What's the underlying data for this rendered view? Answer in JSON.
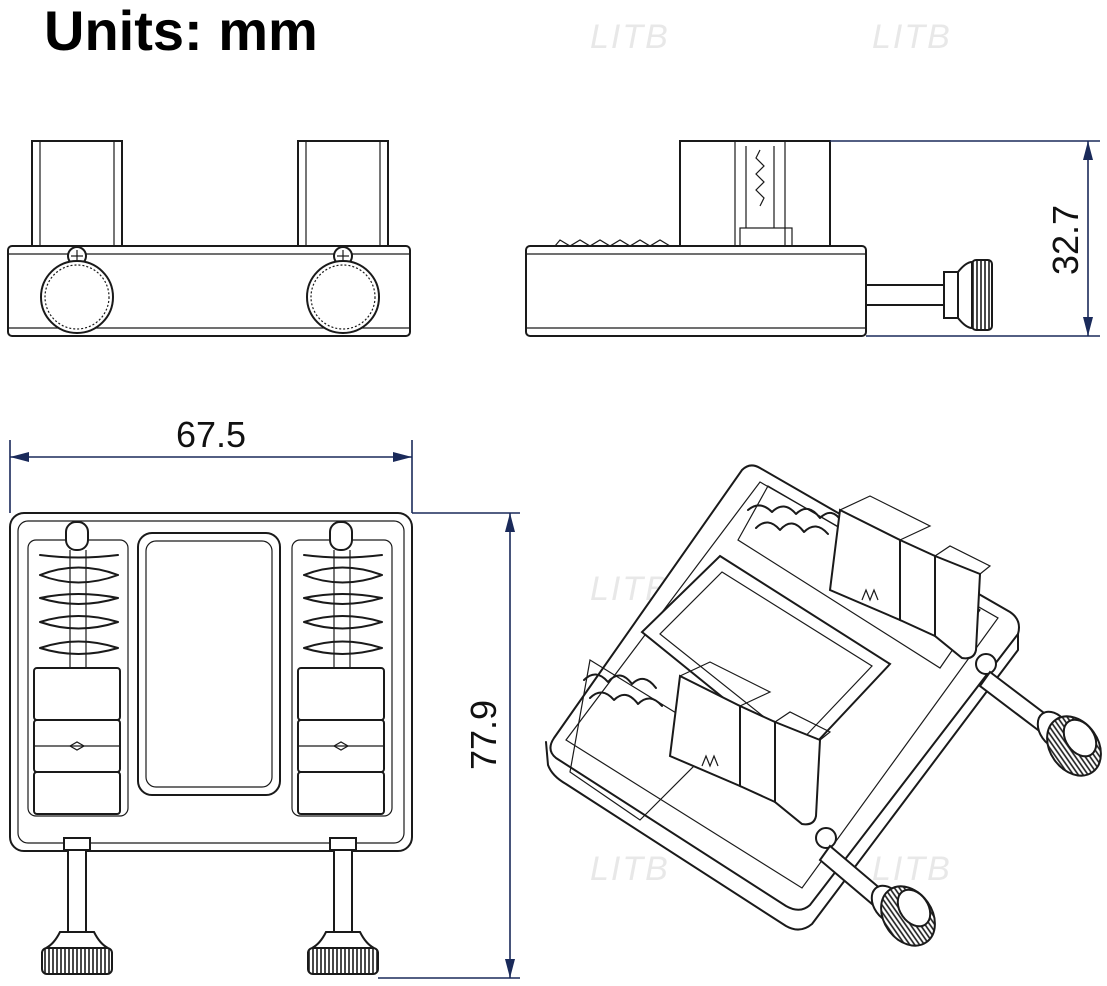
{
  "title": "Units: mm",
  "dimensions": {
    "width": "67.5",
    "depth": "77.9",
    "height": "32.7"
  },
  "watermark": "LITB",
  "colors": {
    "line": "#1a1a1a",
    "dimension_line": "#1a2a5a",
    "background": "#ffffff"
  }
}
